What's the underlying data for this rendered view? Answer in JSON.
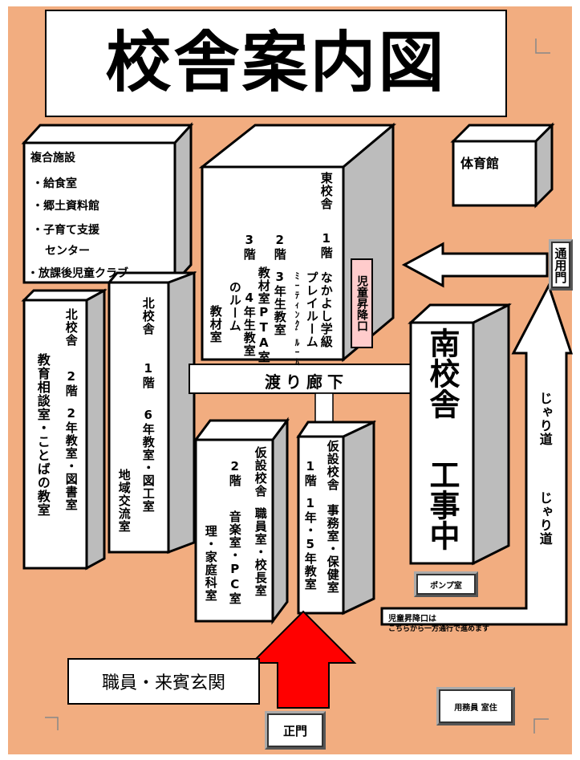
{
  "title": "校舎案内図",
  "colors": {
    "background": "#f2ad80",
    "arrow_red": "#ff0000",
    "entrance_box": "#ffcccc"
  },
  "complex": {
    "title": "複合施設",
    "items": [
      "・給食室",
      "・郷土資料館",
      "・子育て支援",
      "センター",
      "・放課後児童クラブ"
    ]
  },
  "gym": "体育館",
  "east": {
    "title": "東校舎",
    "floor1_label": "1階",
    "floor1_text": "なかよし学級",
    "floor1_room2": "プレイルーム",
    "floor1_room3": "ﾐｰﾃｨﾝｸﾞﾙｰﾑ",
    "floor2_label": "2階",
    "floor2_line1": "3年生教室",
    "floor2_line2": "教材室PTA室",
    "floor2_line3": "4年生教室",
    "floor3_label": "3階",
    "floor3_line1": "のルーム",
    "floor3_line2": "教材室"
  },
  "child_entrance": "児童昇降口",
  "side_gate": "通用門",
  "north_col1": {
    "title": "北校舎",
    "floor": "2階",
    "rooms": "2年教室・図書室",
    "extra": "教育相談室・ことばの教室"
  },
  "north_col2": {
    "title": "北校舎",
    "floor": "1階",
    "rooms": "6年教室・図工室",
    "extra": "地域交流室"
  },
  "corridor": "渡り廊下",
  "south": {
    "line1": "南校舎",
    "line2": "工事中"
  },
  "gravel_road": "じゃり道",
  "temp_b": {
    "title": "仮設校舎",
    "floor": "2階",
    "rooms": "職員室・校長室",
    "line2": "音楽室・PC室",
    "line3": "理・家庭科室"
  },
  "temp_a": {
    "title": "仮設校舎",
    "floor": "1階",
    "rooms": "事務室・保健室",
    "line2": "1年・5年教室"
  },
  "pump": "ポンプ室",
  "note": {
    "line1": "児童昇降口は",
    "line2": "こちらから一方通行で進めます"
  },
  "staff_entrance": "職員・来賓玄関",
  "main_gate": "正門",
  "caretaker": "用務員 室住"
}
